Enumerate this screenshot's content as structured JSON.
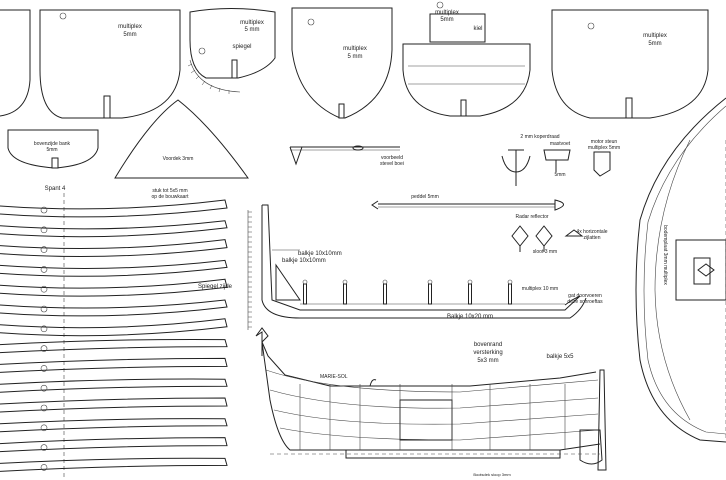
{
  "labels": {
    "multiplex_5mm_1": "multiplex",
    "mm_1": "5mm",
    "multiplex_spiegel": "multiplex",
    "mm_spiegel": "5 mm",
    "spiegel": "spiegel",
    "multiplex_3": "multiplex",
    "mm_3": "5 mm",
    "multiplex_4": "multiplex",
    "mm_4": "5mm",
    "kiel": "kiel",
    "multiplex_5": "multiplex",
    "mm_5": "5mm",
    "bovenzijde_1": "bovenzijde bank",
    "bovenzijde_2": "5mm",
    "voordek": "Voordek 3mm",
    "bovenkant_1": "voorbeeld",
    "bovenkant_2": "stevel boei",
    "koperdraad": "2 mm koperdraad",
    "mast_1": "mastvoet",
    "mast_2": "5mm",
    "motor_1": "motor steun",
    "motor_2": "multiplex 5mm",
    "peddel": "peddel 5mm",
    "radar": "Radar reflector",
    "sloot": "sloot 3 mm",
    "horizontaal_1": "4x horizontale",
    "horizontaal_2": "zijlatten",
    "stuk_1": "stuk tot 5x5 mm",
    "stuk_2": "op de bouwkaart",
    "spant4": "Spant 4",
    "spiegel_zijde": "Spiegel zijde",
    "balkje_a": "balkje 10x10mm",
    "balkje_b": "balkje 10x10mm",
    "multiplex_10": "multiplex 10 mm",
    "gat_1": "gat doorvoeren",
    "gat_2": "deze schroeftas",
    "balkje_bottom": "Balkje 10x20 mm",
    "bovenrand_1": "bovenrand",
    "bovenrand_2": "versterking",
    "bovenrand_3": "5x3 mm",
    "balkje_5x5": "balkje 5x5",
    "hull_name": "MARIE-SOL",
    "bodem_1": "bodemplaat 3mm multiplex",
    "bottom_caption": "Bootsdek sloop 3mm"
  },
  "parts": [
    "1",
    "2",
    "3",
    "4",
    "5",
    "6",
    "7",
    "8",
    "9",
    "10",
    "11",
    "12",
    "13",
    "14"
  ]
}
